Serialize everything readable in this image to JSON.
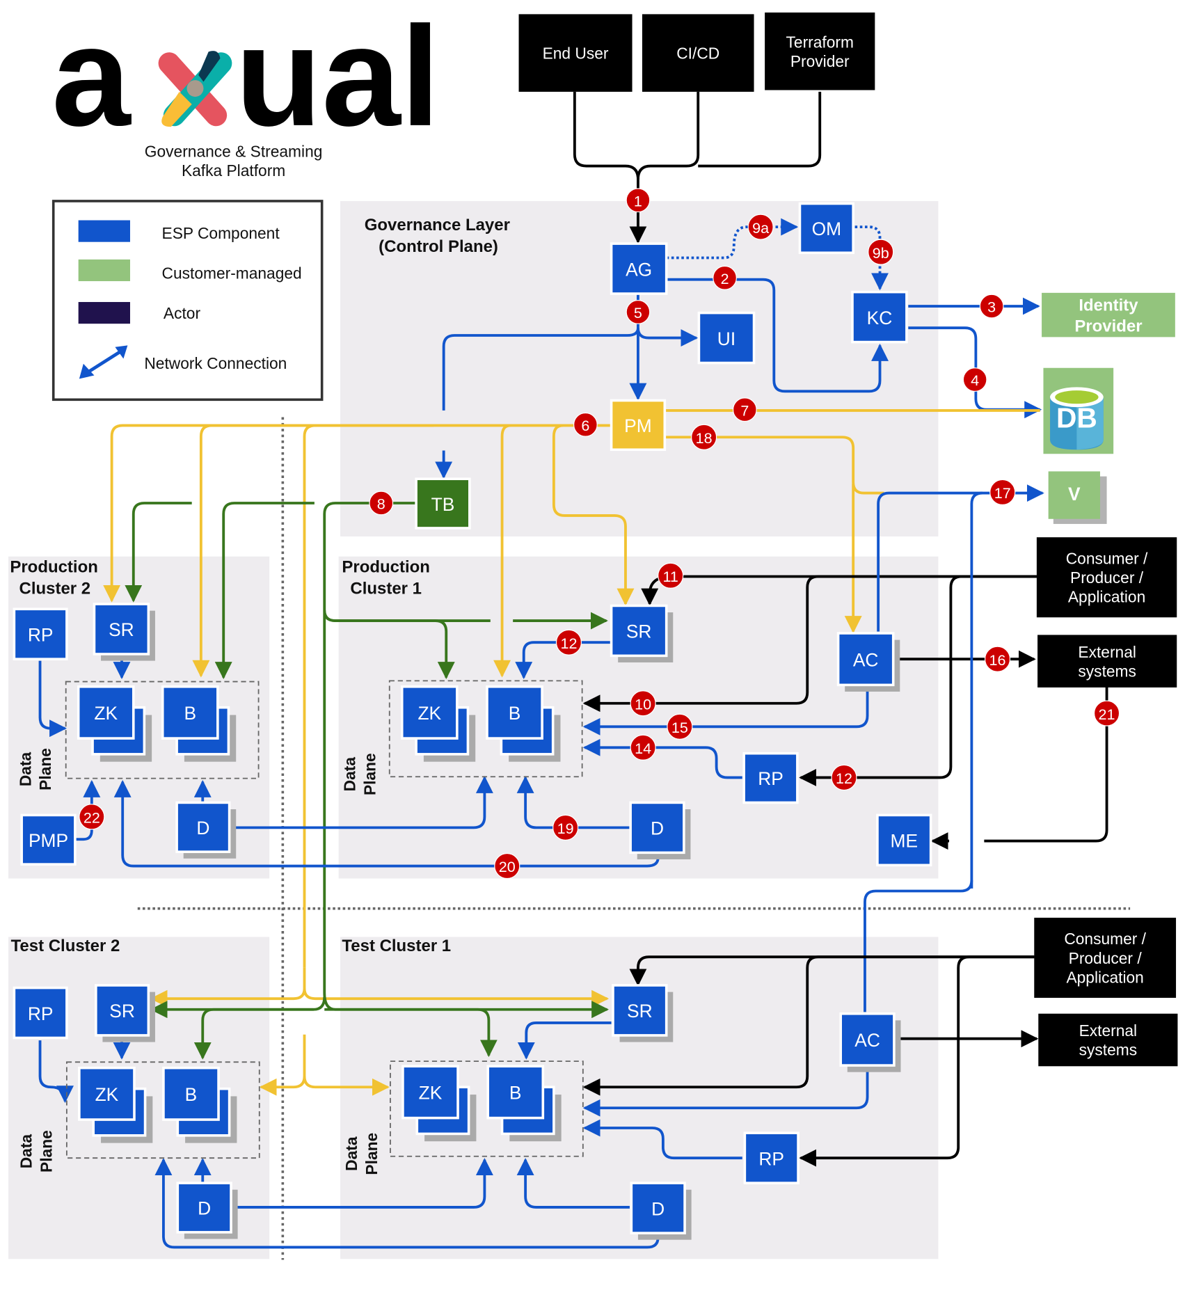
{
  "logo": {
    "letters_left": "a",
    "letters_right": "ual",
    "tagline_line1": "Governance & Streaming",
    "tagline_line2": "Kafka Platform"
  },
  "colors": {
    "esp": "#1155cc",
    "customer": "#93c47d",
    "actor": "#000000",
    "legend_actor": "#20124d",
    "pm": "#f1c232",
    "tb": "#38761d",
    "badge": "#cc0000",
    "region": "#eeecef",
    "blue_line": "#1155cc",
    "yellow_line": "#f1c232",
    "green_line": "#38761d",
    "black_line": "#000000"
  },
  "legend": {
    "items": [
      {
        "label": "ESP Component",
        "swatch": "esp"
      },
      {
        "label": "Customer-managed",
        "swatch": "customer"
      },
      {
        "label": "Actor",
        "swatch": "legend_actor"
      },
      {
        "label": "Network Connection",
        "swatch": "arrow"
      }
    ]
  },
  "actors": {
    "end_user": "End User",
    "cicd": "CI/CD",
    "terraform_1": "Terraform",
    "terraform_2": "Provider",
    "cpa1_1": "Consumer /",
    "cpa1_2": "Producer /",
    "cpa1_3": "Application",
    "ext1_1": "External",
    "ext1_2": "systems",
    "cpa2_1": "Consumer /",
    "cpa2_2": "Producer /",
    "cpa2_3": "Application",
    "ext2_1": "External",
    "ext2_2": "systems"
  },
  "regions": {
    "governance_1": "Governance Layer",
    "governance_2": "(Control Plane)",
    "prod2_1": "Production",
    "prod2_2": "Cluster 2",
    "prod1_1": "Production",
    "prod1_2": "Cluster 1",
    "test2": "Test Cluster 2",
    "test1": "Test Cluster 1",
    "data_plane_1": "Data",
    "data_plane_2": "Plane"
  },
  "components": {
    "AG": "AG",
    "OM": "OM",
    "KC": "KC",
    "UI": "UI",
    "PM": "PM",
    "TB": "TB",
    "idp_1": "Identity",
    "idp_2": "Provider",
    "DB": "DB",
    "V": "V",
    "SR": "SR",
    "ZK": "ZK",
    "B": "B",
    "RP": "RP",
    "D": "D",
    "AC": "AC",
    "ME": "ME",
    "PMP": "PMP"
  },
  "badges": [
    "1",
    "2",
    "3",
    "4",
    "5",
    "6",
    "7",
    "8",
    "9a",
    "9b",
    "10",
    "11",
    "12",
    "12",
    "14",
    "15",
    "16",
    "17",
    "18",
    "19",
    "20",
    "21",
    "22"
  ]
}
